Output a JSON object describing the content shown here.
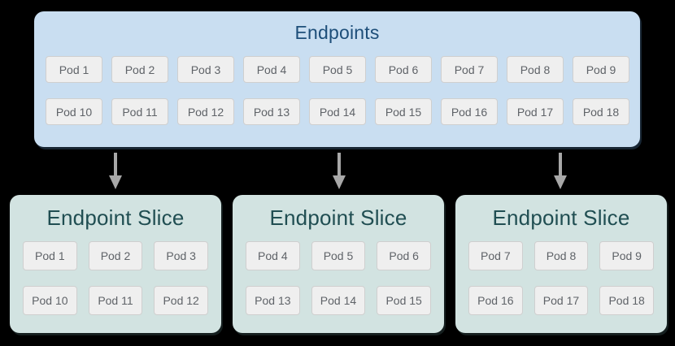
{
  "endpoints": {
    "title": "Endpoints",
    "pods": [
      "Pod 1",
      "Pod 2",
      "Pod 3",
      "Pod 4",
      "Pod 5",
      "Pod 6",
      "Pod 7",
      "Pod 8",
      "Pod 9",
      "Pod 10",
      "Pod 11",
      "Pod 12",
      "Pod 13",
      "Pod 14",
      "Pod 15",
      "Pod 16",
      "Pod 17",
      "Pod 18"
    ]
  },
  "slices": [
    {
      "title": "Endpoint Slice",
      "pods": [
        "Pod 1",
        "Pod 2",
        "Pod 3",
        "Pod 10",
        "Pod 11",
        "Pod 12"
      ]
    },
    {
      "title": "Endpoint Slice",
      "pods": [
        "Pod 4",
        "Pod 5",
        "Pod 6",
        "Pod 13",
        "Pod 14",
        "Pod 15"
      ]
    },
    {
      "title": "Endpoint Slice",
      "pods": [
        "Pod 7",
        "Pod 8",
        "Pod 9",
        "Pod 16",
        "Pod 17",
        "Pod 18"
      ]
    }
  ],
  "icons": {
    "arrow": "down-arrow"
  },
  "colors": {
    "page_background": "#000000",
    "endpoints_box_background": "#c9def1",
    "endpoints_title_text": "#1d4e79",
    "slice_box_background": "#d2e3e1",
    "slice_title_text": "#204e52",
    "pod_background": "#efefef",
    "pod_border": "#cfcfcf",
    "pod_text": "#5f6368",
    "arrow": "#a8a8a8"
  }
}
